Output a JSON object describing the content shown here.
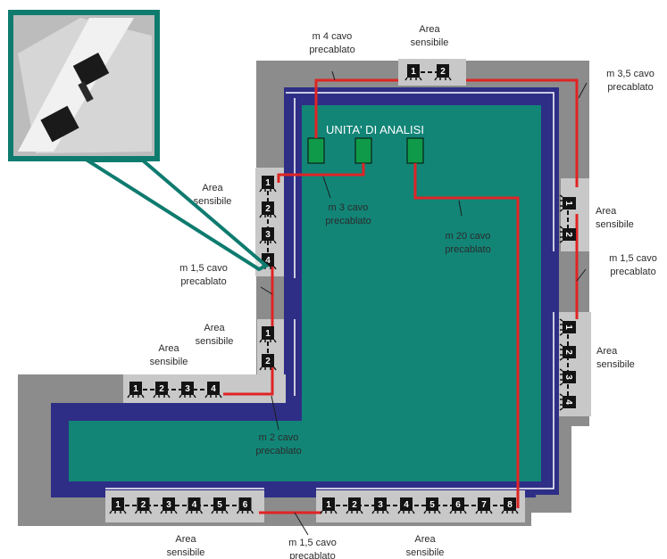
{
  "title": "UNITA' DI ANALISI",
  "colors": {
    "outer_wall": "#8c8c8c",
    "room_floor": "#128577",
    "wall_band": "#2e2e86",
    "sensor_strip": "#c8c8c8",
    "cable": "#e02424",
    "unit": "#0f9a4a",
    "inset_border": "#0e7b6f"
  },
  "icons": [
    "sensor-node-icon",
    "photo-inset-icon"
  ],
  "labels": {
    "area_sensibile_line1": "Area",
    "area_sensibile_line2": "sensibile",
    "cable_top_left": [
      "m 4 cavo",
      "precablato"
    ],
    "cable_top_right": [
      "m 3,5 cavo",
      "precablato"
    ],
    "cable_mid": [
      "m 3 cavo",
      "precablato"
    ],
    "cable_20": [
      "m 20 cavo",
      "precablato"
    ],
    "cable_left": [
      "m 1,5 cavo",
      "precablato"
    ],
    "cable_right": [
      "m 1,5  cavo",
      "precablato"
    ],
    "cable_2": [
      "m 2 cavo",
      "precablato"
    ],
    "cable_bottom": [
      "m 1,5 cavo",
      "precablato"
    ]
  },
  "sensor_groups": {
    "top": [
      "1",
      "2"
    ],
    "right_upper": [
      "1",
      "2"
    ],
    "right_lower": [
      "1",
      "2",
      "3",
      "4"
    ],
    "left_upper": [
      "1",
      "2",
      "3",
      "4"
    ],
    "left_middle": [
      "1",
      "2"
    ],
    "left_lower": [
      "1",
      "2",
      "3",
      "4"
    ],
    "bottom_left": [
      "1",
      "2",
      "3",
      "4",
      "5",
      "6"
    ],
    "bottom_right": [
      "1",
      "2",
      "3",
      "4",
      "5",
      "6",
      "7",
      "8"
    ]
  }
}
